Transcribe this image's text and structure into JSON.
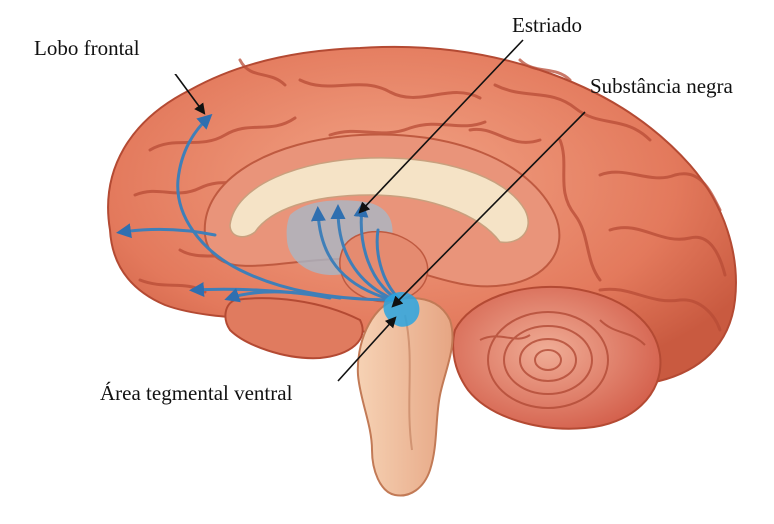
{
  "labels": {
    "frontal_lobe": "Lobo frontal",
    "striatum": "Estriado",
    "substantia_nigra": "Substância negra",
    "ventral_tegmental_area": "Área tegmental ventral"
  },
  "colors": {
    "cortex": "#e8866a",
    "cortex_dark": "#c0533a",
    "cortex_light": "#f3b396",
    "corpus_callosum": "#f4e2c4",
    "brainstem": "#f2c3a0",
    "cerebellum": "#e27a66",
    "dopamine_pathway": "#3f7fb8",
    "pathway_highlight": "#2aa4e0",
    "arrow": "#111111"
  },
  "icons": {
    "pathway_arrowhead": "blue-arrowhead-icon",
    "pointer_arrowhead": "black-arrowhead-icon"
  }
}
